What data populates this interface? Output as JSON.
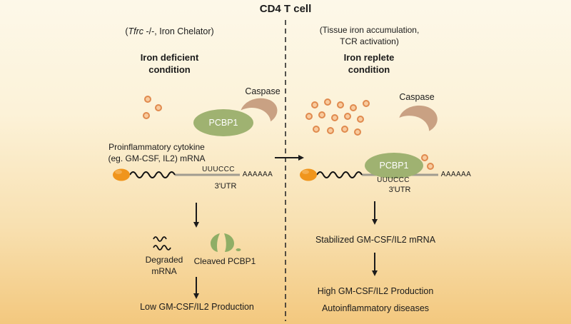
{
  "title": "CD4 T cell",
  "colors": {
    "background_top": "#fdf8e9",
    "background_bottom": "#f3c87e",
    "pcbp1_green": "#9fb271",
    "cleaved_green": "#8fae66",
    "caspase_tan": "#c9a183",
    "mrna_cap_orange": "#f0951c",
    "iron_dot_ring": "#e08a4e",
    "utr_line_gray": "#a09c90"
  },
  "icons": {
    "iron_dot": "small orange ring circle",
    "caspase": "tan crescent shape",
    "pcbp1_protein": "green ellipse",
    "mrna_cap": "orange oval",
    "mrna_coding": "black squiggle line",
    "mrna_utr": "gray straight line",
    "degraded_mrna": "broken squiggle fragments",
    "cleaved_pcbp1": "split green ellipse fragments"
  },
  "left": {
    "genotype_prefix": "(",
    "genotype_gene": "Tfrc",
    "genotype_suffix": " -/-, Iron Chelator)",
    "condition_line1": "Iron deficient",
    "condition_line2": "condition",
    "caspase_label": "Caspase",
    "pcbp1_label": "PCBP1",
    "mrna_label_line1": "Proinflammatory cytokine",
    "mrna_label_line2": "(eg. GM-CSF, IL2) mRNA",
    "motif": "UUUCCC",
    "polya": "AAAAAA",
    "utr": "3'UTR",
    "degraded_line1": "Degraded",
    "degraded_line2": "mRNA",
    "cleaved_label": "Cleaved PCBP1",
    "outcome": "Low GM-CSF/IL2 Production"
  },
  "right": {
    "note_line1": "(Tissue iron accumulation,",
    "note_line2": "TCR activation)",
    "condition_line1": "Iron replete",
    "condition_line2": "condition",
    "caspase_label": "Caspase",
    "pcbp1_label": "PCBP1",
    "motif": "UUUCCC",
    "polya": "AAAAAA",
    "utr": "3'UTR",
    "stabilized_label": "Stabilized GM-CSF/IL2 mRNA",
    "outcome_line1": "High GM-CSF/IL2 Production",
    "outcome_line2": "Autoinflammatory diseases"
  }
}
